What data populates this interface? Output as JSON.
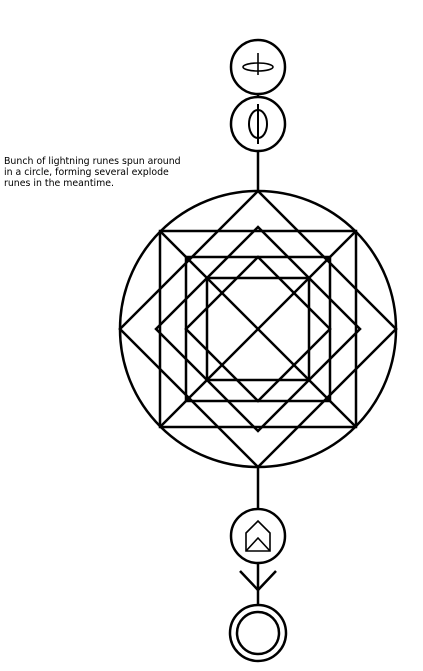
{
  "diagram": {
    "description_text": "Bunch of lightning runes spun around\nin a circle, forming several explode\nrunes in the meantime.",
    "stroke_color": "#000000",
    "background_color": "#ffffff",
    "nodes": [
      {
        "id": "top-rune",
        "icon": "flat-circle-cross-icon"
      },
      {
        "id": "second-rune",
        "icon": "circle-phi-icon"
      },
      {
        "id": "main-circle",
        "icon": "nested-octagram-circle-icon"
      },
      {
        "id": "envelope-rune",
        "icon": "envelope-icon"
      },
      {
        "id": "arrow-rune",
        "icon": "arrow-down-icon"
      },
      {
        "id": "end-rune",
        "icon": "double-circle-icon"
      }
    ]
  }
}
